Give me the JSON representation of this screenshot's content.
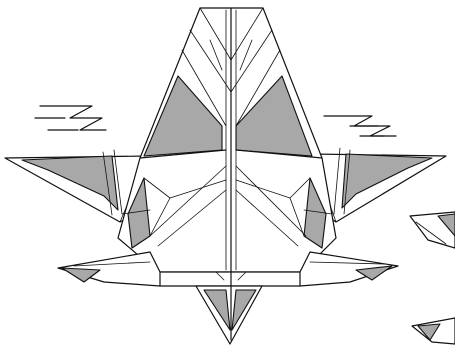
{
  "figure": {
    "kind": "origami folding diagram",
    "shade_color": "#a8a8a8",
    "line_color": "#111111",
    "background": "#ffffff",
    "symbols": [
      "motion-zigzag-left",
      "motion-zigzag-right"
    ]
  }
}
